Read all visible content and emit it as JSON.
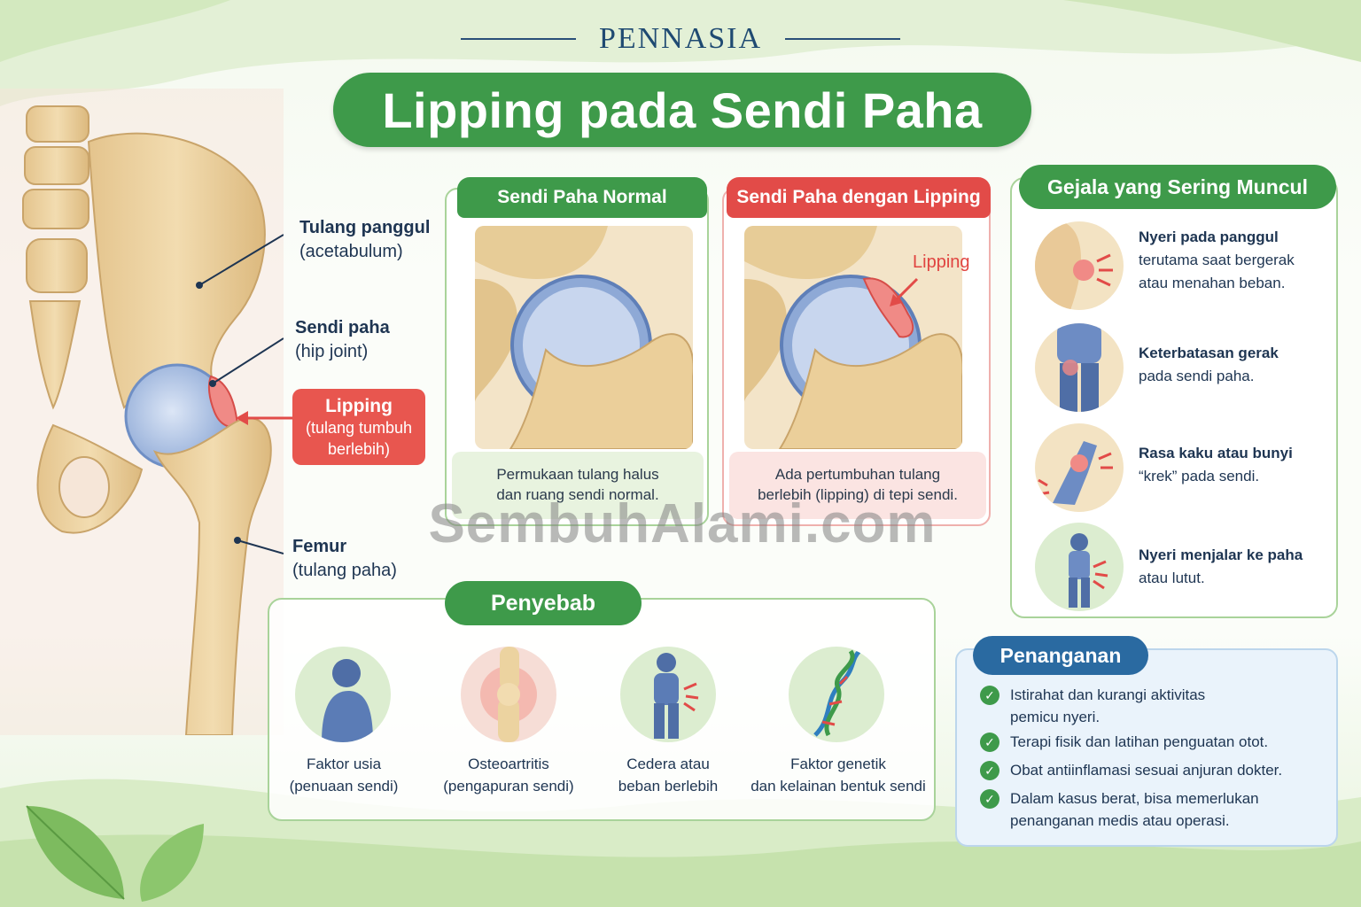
{
  "brand": "PENNASIA",
  "title": "Lipping pada Sendi Paha",
  "anatomy": {
    "acetabulum": {
      "title": "Tulang panggul",
      "sub": "(acetabulum)"
    },
    "hip_joint": {
      "title": "Sendi paha",
      "sub": "(hip joint)"
    },
    "lipping": {
      "title": "Lipping",
      "sub1": "(tulang tumbuh",
      "sub2": "berlebih)"
    },
    "femur": {
      "title": "Femur",
      "sub": "(tulang paha)"
    }
  },
  "comparison": {
    "normal": {
      "title": "Sendi Paha Normal",
      "caption1": "Permukaan tulang halus",
      "caption2": "dan ruang sendi normal."
    },
    "lipping": {
      "title": "Sendi Paha dengan Lipping",
      "tag": "Lipping",
      "caption1": "Ada pertumbuhan tulang",
      "caption2": "berlebih (lipping) di tepi sendi."
    }
  },
  "watermark": "SembuhAlami.com",
  "symptoms": {
    "title": "Gejala yang Sering Muncul",
    "items": [
      {
        "icon": "hip-pain-icon",
        "title": "Nyeri pada panggul",
        "line1": "terutama saat bergerak",
        "line2": "atau menahan beban."
      },
      {
        "icon": "limited-motion-icon",
        "title": "Keterbatasan gerak",
        "line1": "pada sendi paha.",
        "line2": ""
      },
      {
        "icon": "stiff-knee-icon",
        "title": "Rasa kaku atau bunyi",
        "line1": "“krek” pada sendi.",
        "line2": ""
      },
      {
        "icon": "radiating-pain-icon",
        "title": "Nyeri menjalar ke paha",
        "line1": "atau lutut.",
        "line2": ""
      }
    ]
  },
  "causes": {
    "title": "Penyebab",
    "items": [
      {
        "icon": "elderly-person-icon",
        "line1": "Faktor usia",
        "line2": "(penuaan sendi)"
      },
      {
        "icon": "inflamed-joint-icon",
        "line1": "Osteoartritis",
        "line2": "(pengapuran sendi)"
      },
      {
        "icon": "injured-person-icon",
        "line1": "Cedera atau",
        "line2": "beban berlebih"
      },
      {
        "icon": "dna-icon",
        "line1": "Faktor genetik",
        "line2": "dan kelainan bentuk sendi"
      }
    ]
  },
  "treatment": {
    "title": "Penanganan",
    "items": [
      {
        "line1": "Istirahat dan kurangi aktivitas",
        "line2": "pemicu nyeri."
      },
      {
        "line1": "Terapi fisik dan latihan penguatan otot.",
        "line2": ""
      },
      {
        "line1": "Obat antiinflamasi sesuai anjuran dokter.",
        "line2": ""
      },
      {
        "line1": "Dalam kasus berat, bisa memerlukan",
        "line2": "penanganan medis atau operasi."
      }
    ]
  },
  "colors": {
    "green": "#3e9a4a",
    "red": "#e24b48",
    "blue": "#2a6aa1",
    "bone": "#ecd3a0",
    "cartilage": "#9fb8e0"
  }
}
